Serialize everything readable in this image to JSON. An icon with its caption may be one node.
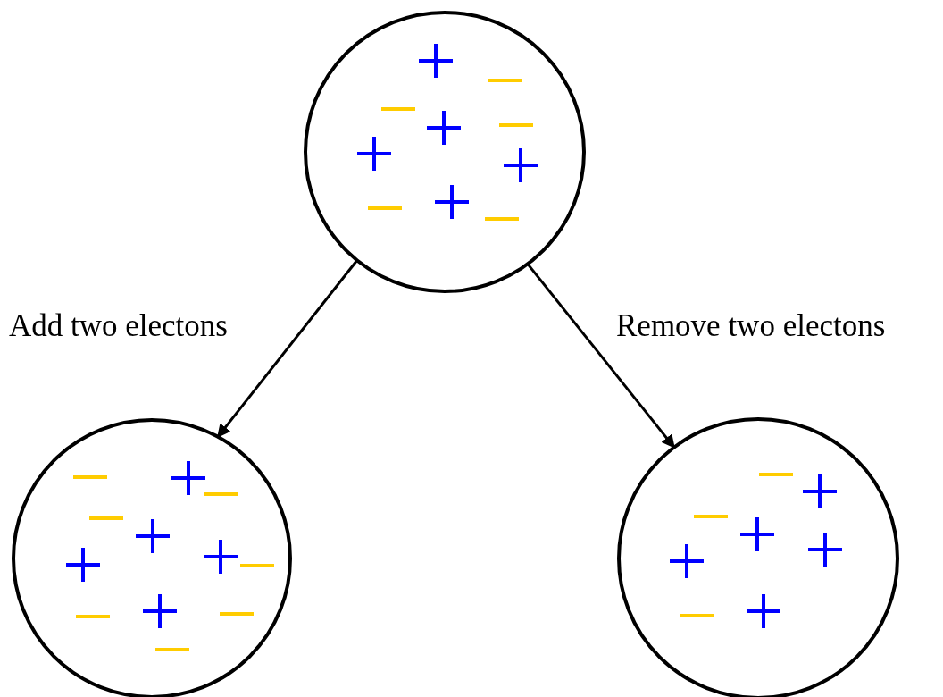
{
  "diagram": {
    "nodes": [
      {
        "text": [],
        "shape": "circle"
      },
      {
        "text": [],
        "shape": "circle"
      },
      {
        "text": [],
        "shape": "circle"
      }
    ],
    "edges": [
      {
        "from": 0,
        "to": 1,
        "arrow": "to",
        "label": "Add two electons"
      },
      {
        "from": 0,
        "to": 2,
        "arrow": "to",
        "label": "Remove two electons"
      }
    ]
  }
}
